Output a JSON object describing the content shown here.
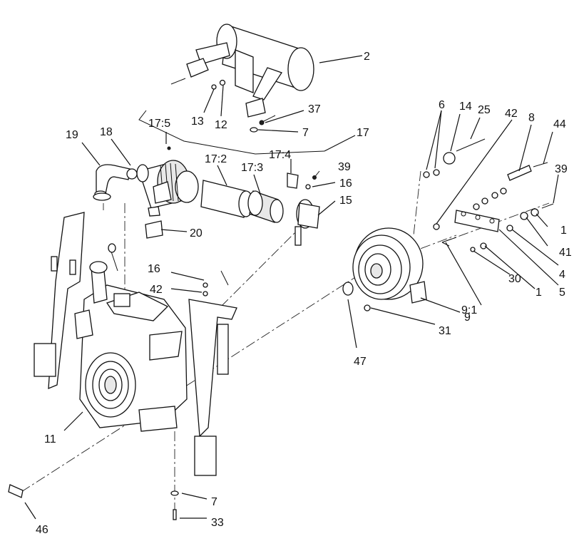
{
  "callouts": {
    "c1a": "1",
    "c1b": "1",
    "c2": "2",
    "c4": "4",
    "c5": "5",
    "c6": "6",
    "c7a": "7",
    "c7b": "7",
    "c8": "8",
    "c9": "9",
    "c9_1": "9:1",
    "c11": "11",
    "c12": "12",
    "c13": "13",
    "c14": "14",
    "c15": "15",
    "c16a": "16",
    "c16b": "16",
    "c17": "17",
    "c17_2": "17:2",
    "c17_3": "17:3",
    "c17_4": "17:4",
    "c17_5": "17:5",
    "c18": "18",
    "c19": "19",
    "c20": "20",
    "c25": "25",
    "c30": "30",
    "c31": "31",
    "c33": "33",
    "c37": "37",
    "c39a": "39",
    "c39b": "39",
    "c41": "41",
    "c42a": "42",
    "c42b": "42",
    "c44": "44",
    "c46": "46",
    "c47": "47"
  }
}
